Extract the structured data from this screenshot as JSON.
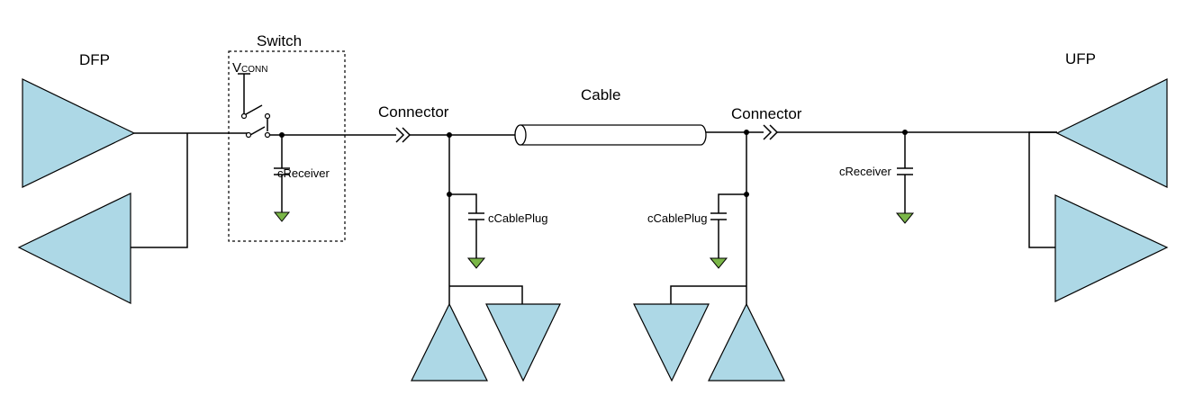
{
  "labels": {
    "dfp": "DFP",
    "ufp": "UFP",
    "switch": "Switch",
    "vconn_main": "V",
    "vconn_sub": "CONN",
    "connector_left": "Connector",
    "connector_right": "Connector",
    "cable": "Cable",
    "creceiver_left": "cReceiver",
    "creceiver_right": "cReceiver",
    "ccableplug_left": "cCablePlug",
    "ccableplug_right": "cCablePlug"
  },
  "colors": {
    "amplifier_fill": "#add8e6",
    "ground_fill": "#7ab648",
    "line": "#000000"
  }
}
